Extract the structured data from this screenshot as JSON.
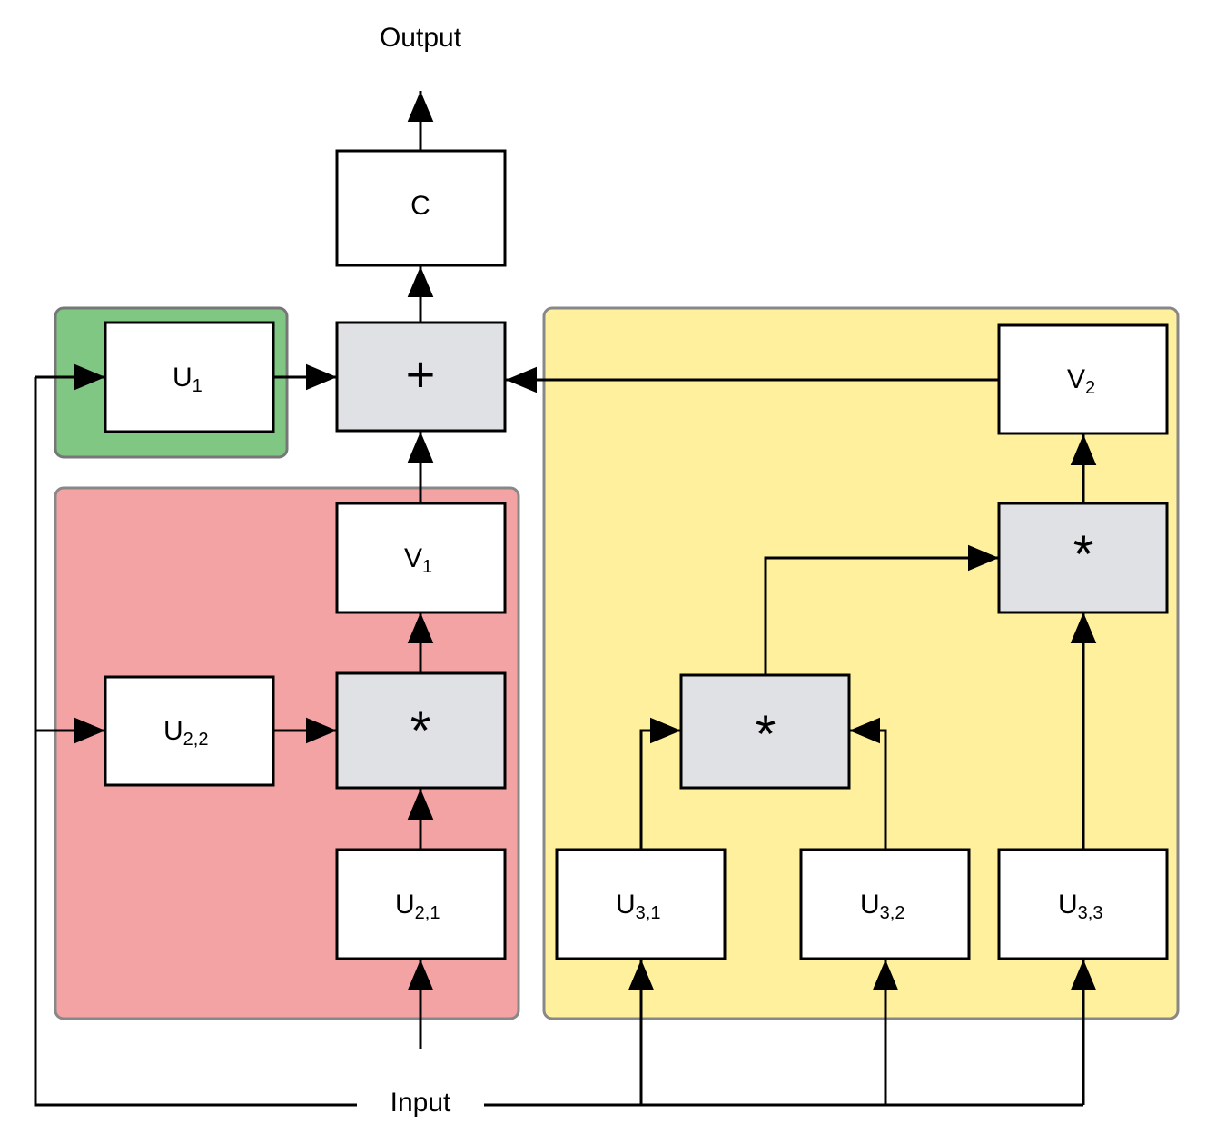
{
  "colors": {
    "module_green": "#81c784",
    "module_red": "#f4a3a4",
    "module_yellow": "#fef09c",
    "group_border": "#777777",
    "box_white": "#ffffff",
    "box_gray": "#dfe1e5",
    "line": "#000000"
  },
  "labels": {
    "output": "Output",
    "input": "Input",
    "c": "C",
    "plus": "+",
    "u1": {
      "main": "U",
      "sub": "1"
    },
    "v1": {
      "main": "V",
      "sub": "1"
    },
    "v2": {
      "main": "V",
      "sub": "2"
    },
    "u21": {
      "main": "U",
      "sub": "2,1"
    },
    "u22": {
      "main": "U",
      "sub": "2,2"
    },
    "u31": {
      "main": "U",
      "sub": "3,1"
    },
    "u32": {
      "main": "U",
      "sub": "3,2"
    },
    "u33": {
      "main": "U",
      "sub": "3,3"
    },
    "mul_red": "*",
    "mul_yellow_low": "*",
    "mul_yellow_high": "*"
  }
}
